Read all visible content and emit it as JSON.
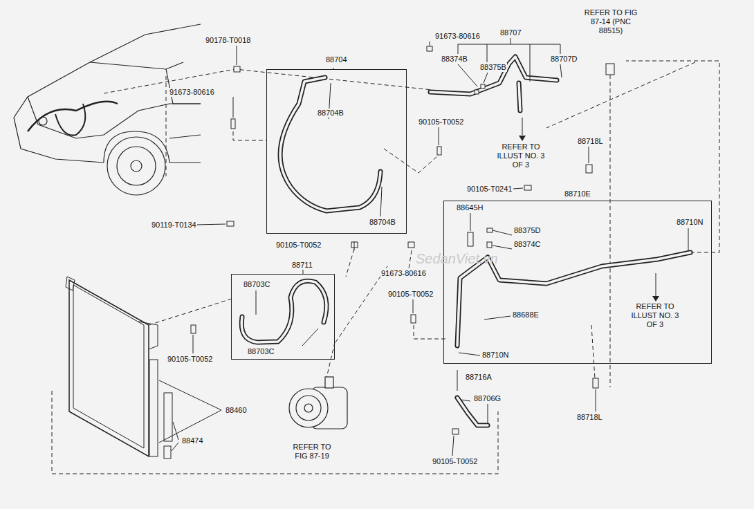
{
  "diagram": {
    "nodes": [
      {
        "text": [
          "88704",
          "88704B",
          "88704B"
        ]
      },
      {
        "text": [
          "88711",
          "88703C",
          "88703C"
        ]
      },
      {
        "text": [
          "88710E",
          "88645H",
          "88375D",
          "88374C",
          "88710N",
          "REFER TO ILLUST NO. 3 OF 3",
          "88688E",
          "88710N"
        ]
      }
    ],
    "labels": [
      "90178-T0018",
      "91673-80616",
      "90119-T0134",
      "91673-80616",
      "88707",
      "88374B",
      "88375B",
      "88707D",
      "REFER TO FIG 87-14 (PNC 88515)",
      "90105-T0052",
      "REFER TO ILLUST NO. 3 OF 3",
      "88718L",
      "90105-T0241",
      "90105-T0052",
      "91673-80616",
      "90105-T0052",
      "90105-T0052",
      "88460",
      "88474",
      "REFER TO FIG 87-19",
      "88716A",
      "88706G",
      "90105-T0052",
      "88718L",
      "SedanViet.vn"
    ]
  }
}
